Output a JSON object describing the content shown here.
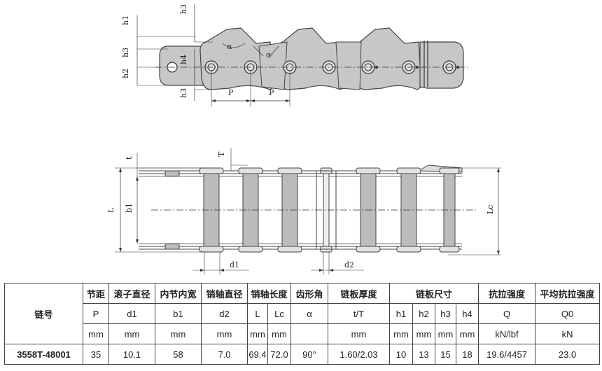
{
  "drawing": {
    "top_view": {
      "dims": {
        "h1": "h1",
        "h2": "h2",
        "h3": "h3",
        "h4": "h4",
        "p": "P",
        "alpha": "α"
      }
    },
    "bottom_view": {
      "dims": {
        "t": "t",
        "T": "T",
        "L": "L",
        "b1": "b1",
        "Lc": "Lc",
        "d1": "d1",
        "d2": "d2"
      }
    }
  },
  "table": {
    "header_model": "链号",
    "groups": [
      "节距",
      "滚子直径",
      "内节内宽",
      "销轴直径",
      "销轴长度",
      "齿形角",
      "链板厚度",
      "链板尺寸",
      "抗拉强度",
      "平均抗拉强度"
    ],
    "symbols": [
      "P",
      "d1",
      "b1",
      "d2",
      "L",
      "Lc",
      "α",
      "t/T",
      "h1",
      "h2",
      "h3",
      "h4",
      "Q",
      "Q0"
    ],
    "units": [
      "mm",
      "mm",
      "mm",
      "mm",
      "mm",
      "mm",
      "",
      "mm",
      "mm",
      "mm",
      "mm",
      "mm",
      "kN/lbf",
      "kN"
    ],
    "row": {
      "model": "3558T-48001",
      "values": [
        "35",
        "10.1",
        "58",
        "7.0",
        "69.4",
        "72.0",
        "90°",
        "1.60/2.03",
        "10",
        "13",
        "15",
        "18",
        "19.6/4457",
        "23.0"
      ]
    }
  }
}
